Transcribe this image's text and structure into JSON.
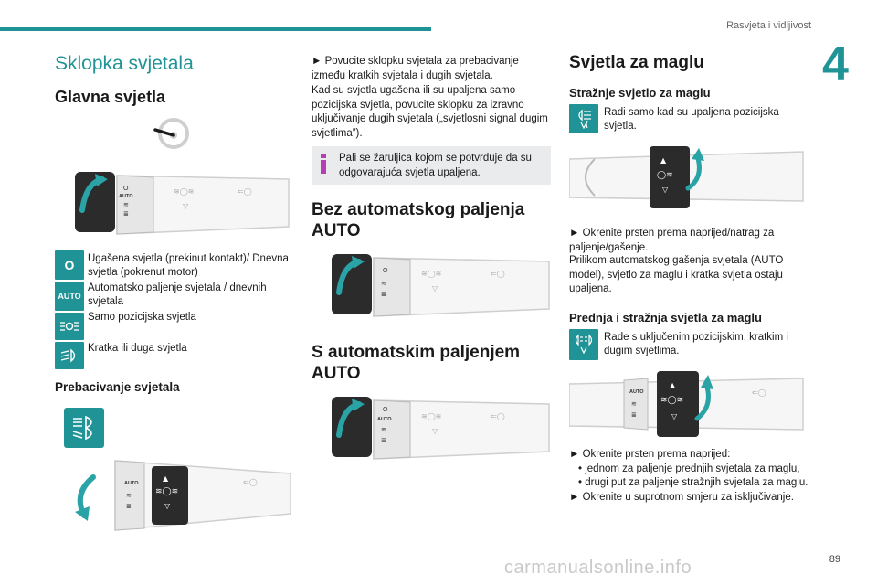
{
  "header": {
    "chapter_title": "Rasvjeta i vidljivost",
    "chapter_number": "4"
  },
  "col1": {
    "section_title": "Sklopka svjetala",
    "heading_main": "Glavna svjetla",
    "legend": [
      {
        "icon": "O",
        "text": "Ugašena svjetla (prekinut kontakt)/ Dnevna svjetla (pokrenut motor)"
      },
      {
        "icon": "AUTO",
        "text": "Automatsko paljenje svjetala / dnevnih svjetala"
      },
      {
        "icon": "position-lights-icon",
        "text": "Samo pozicijska svjetla"
      },
      {
        "icon": "dipped-main-beam-icon",
        "text": "Kratka ili duga svjetla"
      }
    ],
    "heading_switch": "Prebacivanje svjetala"
  },
  "col2": {
    "para1": "► Povucite sklopku svjetala za prebacivanje između kratkih svjetala i dugih svjetala.",
    "para2": "Kad su svjetla ugašena ili su upaljena samo pozicijska svjetla, povucite sklopku za izravno uključivanje dugih svjetala („svjetlosni signal dugim svjetlima”).",
    "info": "Pali se žaruljica kojom se potvrđuje da su odgovarajuća svjetla upaljena.",
    "heading_no_auto": "Bez automatskog paljenja AUTO",
    "heading_auto": "S automatskim paljenjem AUTO"
  },
  "col3": {
    "heading": "Svjetla za maglu",
    "sub_rear": "Stražnje svjetlo za maglu",
    "rear_text": "Radi samo kad su upaljena pozicijska svjetla.",
    "turn_para1": "► Okrenite prsten prema naprijed/natrag za paljenje/gašenje.",
    "turn_para2": "Prilikom automatskog gašenja svjetala (AUTO model), svjetlo za maglu i kratka svjetla ostaju upaljena.",
    "sub_front_rear": "Prednja i stražnja svjetla za maglu",
    "front_rear_text": "Rade s uključenim pozicijskim, kratkim i dugim svjetlima.",
    "steps_intro": "► Okrenite prsten prema naprijed:",
    "step1": "• jednom za paljenje prednjih svjetala za maglu,",
    "step2": "• drugi put za paljenje stražnjih svjetala za maglu.",
    "steps_end": "► Okrenite u suprotnom smjeru za isključivanje."
  },
  "stalk_labels": {
    "o": "O",
    "auto": "AUTO"
  },
  "footer": {
    "page_number": "89",
    "watermark": "carmanualsonline.info"
  },
  "colors": {
    "accent": "#1f9396",
    "info_bg": "#e9ebec",
    "info_icon": "#b63fb4"
  }
}
